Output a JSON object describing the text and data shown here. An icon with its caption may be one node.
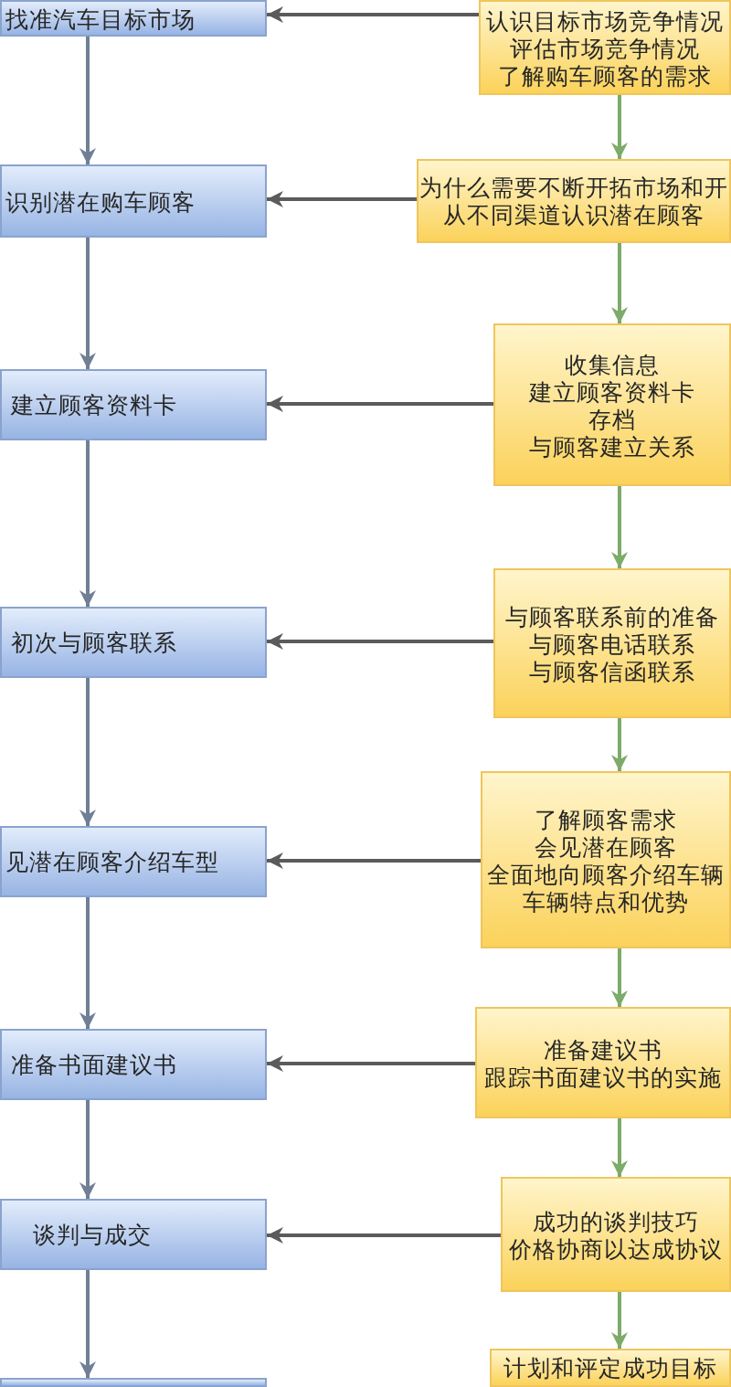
{
  "diagram": {
    "nodes": [
      {
        "text": [
          "找准汽车目标市场"
        ]
      },
      {
        "text": [
          "识别潜在购车顾客"
        ]
      },
      {
        "text": [
          "建立顾客资料卡"
        ]
      },
      {
        "text": [
          "初次与顾客联系"
        ]
      },
      {
        "text": [
          "见潜在顾客介绍车型"
        ]
      },
      {
        "text": [
          "准备书面建议书"
        ]
      },
      {
        "text": [
          "谈判与成交"
        ]
      },
      {
        "text": [],
        "shape": "box"
      },
      {
        "text": [
          "认识目标市场竞争情况",
          "评估市场竞争情况",
          "了解购车顾客的需求"
        ]
      },
      {
        "text": [
          "为什么需要不断开拓市场和开",
          "从不同渠道认识潜在顾客"
        ]
      },
      {
        "text": [
          "收集信息",
          "建立顾客资料卡",
          "存档",
          "与顾客建立关系"
        ]
      },
      {
        "text": [
          "与顾客联系前的准备",
          "与顾客电话联系",
          "与顾客信函联系"
        ]
      },
      {
        "text": [
          "了解顾客需求",
          "会见潜在顾客",
          "全面地向顾客介绍车辆",
          "车辆特点和优势"
        ]
      },
      {
        "text": [
          "准备建议书",
          "跟踪书面建议书的实施"
        ]
      },
      {
        "text": [
          "成功的谈判技巧",
          "价格协商以达成协议"
        ]
      },
      {
        "text": [
          "计划和评定成功目标"
        ]
      }
    ],
    "edges": [
      {
        "from": 0,
        "to": 1,
        "arrow": "to",
        "color": "#6f7f96"
      },
      {
        "from": 1,
        "to": 2,
        "arrow": "to",
        "color": "#6f7f96"
      },
      {
        "from": 2,
        "to": 3,
        "arrow": "to",
        "color": "#6f7f96"
      },
      {
        "from": 3,
        "to": 4,
        "arrow": "to",
        "color": "#6f7f96"
      },
      {
        "from": 4,
        "to": 5,
        "arrow": "to",
        "color": "#6f7f96"
      },
      {
        "from": 5,
        "to": 6,
        "arrow": "to",
        "color": "#6f7f96"
      },
      {
        "from": 6,
        "to": 7,
        "arrow": "to",
        "color": "#6f7f96"
      },
      {
        "from": 8,
        "to": 9,
        "arrow": "to",
        "color": "#7dab68"
      },
      {
        "from": 9,
        "to": 10,
        "arrow": "to",
        "color": "#7dab68"
      },
      {
        "from": 10,
        "to": 11,
        "arrow": "to",
        "color": "#7dab68"
      },
      {
        "from": 11,
        "to": 12,
        "arrow": "to",
        "color": "#7dab68"
      },
      {
        "from": 12,
        "to": 13,
        "arrow": "to",
        "color": "#7dab68"
      },
      {
        "from": 13,
        "to": 14,
        "arrow": "to",
        "color": "#7dab68"
      },
      {
        "from": 14,
        "to": 15,
        "arrow": "to",
        "color": "#7dab68"
      },
      {
        "from": 8,
        "to": 0,
        "arrow": "to",
        "color": "#5b5b5b"
      },
      {
        "from": 9,
        "to": 1,
        "arrow": "to",
        "color": "#5b5b5b"
      },
      {
        "from": 10,
        "to": 2,
        "arrow": "to",
        "color": "#5b5b5b"
      },
      {
        "from": 11,
        "to": 3,
        "arrow": "to",
        "color": "#5b5b5b"
      },
      {
        "from": 12,
        "to": 4,
        "arrow": "to",
        "color": "#5b5b5b"
      },
      {
        "from": 13,
        "to": 5,
        "arrow": "to",
        "color": "#5b5b5b"
      },
      {
        "from": 14,
        "to": 6,
        "arrow": "to",
        "color": "#5b5b5b"
      }
    ]
  }
}
